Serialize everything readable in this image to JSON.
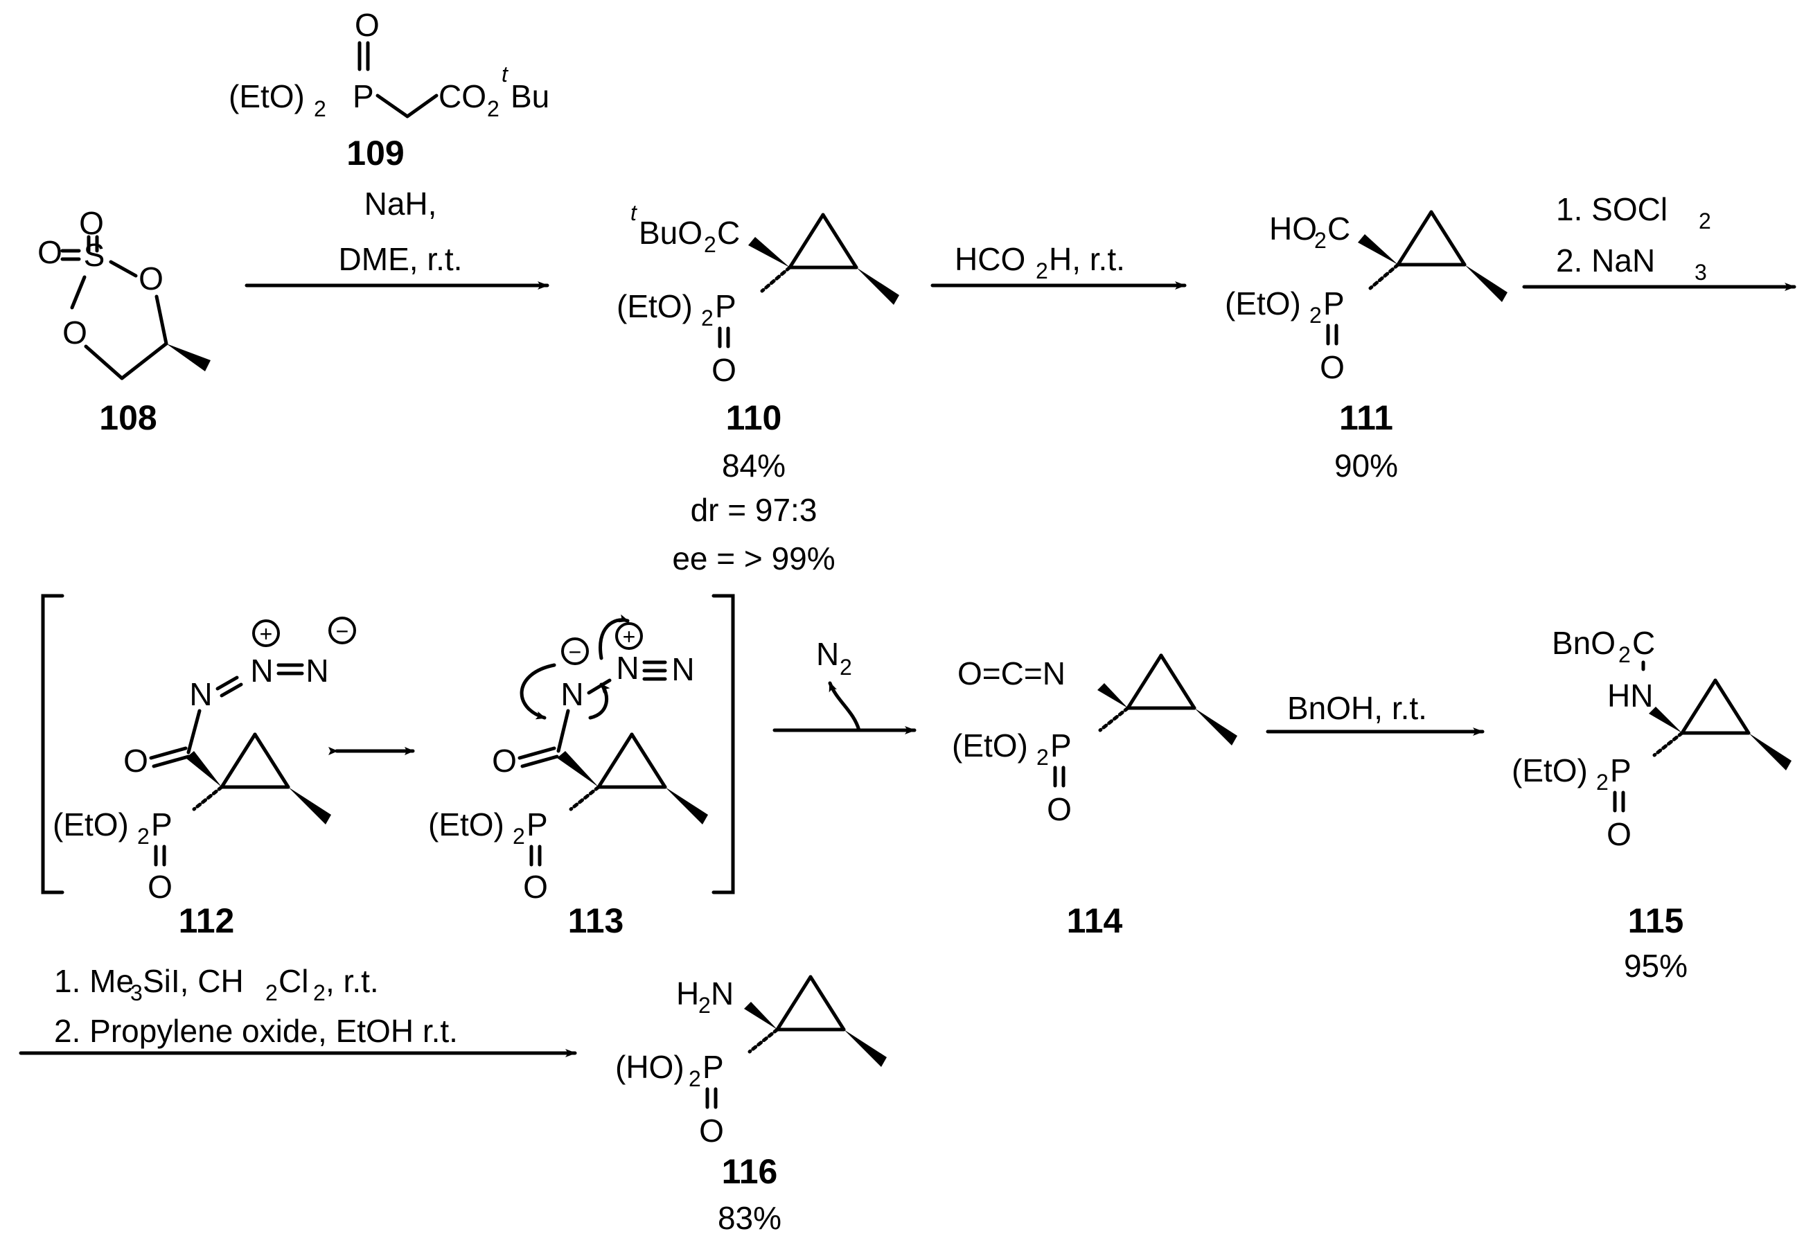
{
  "title": "",
  "compounds": {
    "c108": {
      "label": "108"
    },
    "c109": {
      "label": "109",
      "left": "(EtO)",
      "right": "CO",
      "sup": "t",
      "tail": "Bu"
    },
    "c110": {
      "label": "110",
      "yield": "84%",
      "dr": "dr = 97:3",
      "ee": "ee = > 99%",
      "subst": "BuO",
      "subst2": "C",
      "sup": "t"
    },
    "c111": {
      "label": "111",
      "yield": "90%",
      "subst": "HO",
      "subst2": "C"
    },
    "c112": {
      "label": "112"
    },
    "c113": {
      "label": "113"
    },
    "c114": {
      "label": "114",
      "subst": "O=C=N"
    },
    "c115": {
      "label": "115",
      "yield": "95%",
      "subst": "BnO",
      "subst2": "C",
      "nh": "HN"
    },
    "c116": {
      "label": "116",
      "yield": "83%",
      "subst": "H",
      "subst2": "N",
      "left": "(HO)"
    }
  },
  "atoms": {
    "P": "P",
    "O": "O",
    "S": "S",
    "N": "N",
    "sub2": "2",
    "sub3": "3",
    "eto": "(EtO)"
  },
  "conditions": {
    "step1_reagent": "NaH,",
    "step1_solvent": "DME, r.t.",
    "step2": "HCO",
    "step2_tail": "H, r.t.",
    "step3_line1": "1. SOCl",
    "step3_line2": "2. NaN",
    "step4_loss": "N",
    "step5": "BnOH, r.t.",
    "step6_line1_a": "1. Me",
    "step6_line1_b": "SiI, CH",
    "step6_line1_c": "Cl",
    "step6_line1_d": ", r.t.",
    "step6_line2": "2. Propylene oxide, EtOH r.t."
  },
  "charges": {
    "plus": "+",
    "minus": "−"
  }
}
